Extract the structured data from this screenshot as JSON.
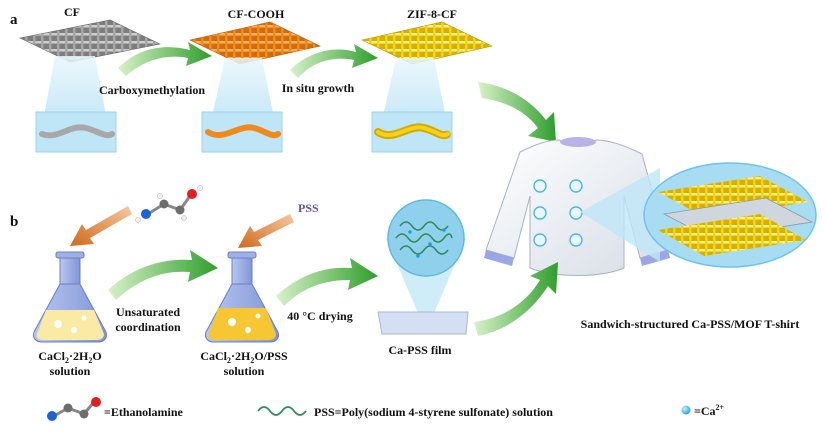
{
  "panels": {
    "a": "a",
    "b": "b"
  },
  "row_a": {
    "cf": "CF",
    "cf_cooh": "CF-COOH",
    "zif": "ZIF-8-CF",
    "step1": "Carboxymethylation",
    "step2": "In situ growth"
  },
  "row_b": {
    "pss_tag": "PSS",
    "step_coord_1": "Unsaturated",
    "step_coord_2": "coordination",
    "step_dry": "40 °C drying",
    "flask1_line1_main": "CaCl",
    "flask1_line1_sub": "2",
    "flask1_line1_rest": "·2H",
    "flask1_line1_sub2": "2",
    "flask1_line1_end": "O",
    "flask1_line2": "solution",
    "flask2_line1_main": "CaCl",
    "flask2_line1_sub": "2",
    "flask2_line1_rest": "·2H",
    "flask2_line1_sub2": "2",
    "flask2_line1_end": "O/PSS",
    "flask2_line2": "solution",
    "film": "Ca-PSS film",
    "shirt": "Sandwich-structured Ca-PSS/MOF T-shirt"
  },
  "legend": {
    "ethanolamine": "=Ethanolamine",
    "pss": "PSS=Poly(sodium 4-styrene sulfonate) solution",
    "ca_main": "=Ca",
    "ca_sup": "2+"
  },
  "colors": {
    "arrow_green": "#3fae3a",
    "arrow_orange": "#d9782a",
    "cf_gray": "#9a9a9a",
    "cooh_orange": "#f08a1c",
    "zif_yellow": "#f3d21a",
    "panel_blue": "#bfe6f7",
    "liquid_yellow": "#f7c733",
    "pss_purple": "#6a4fa3"
  }
}
